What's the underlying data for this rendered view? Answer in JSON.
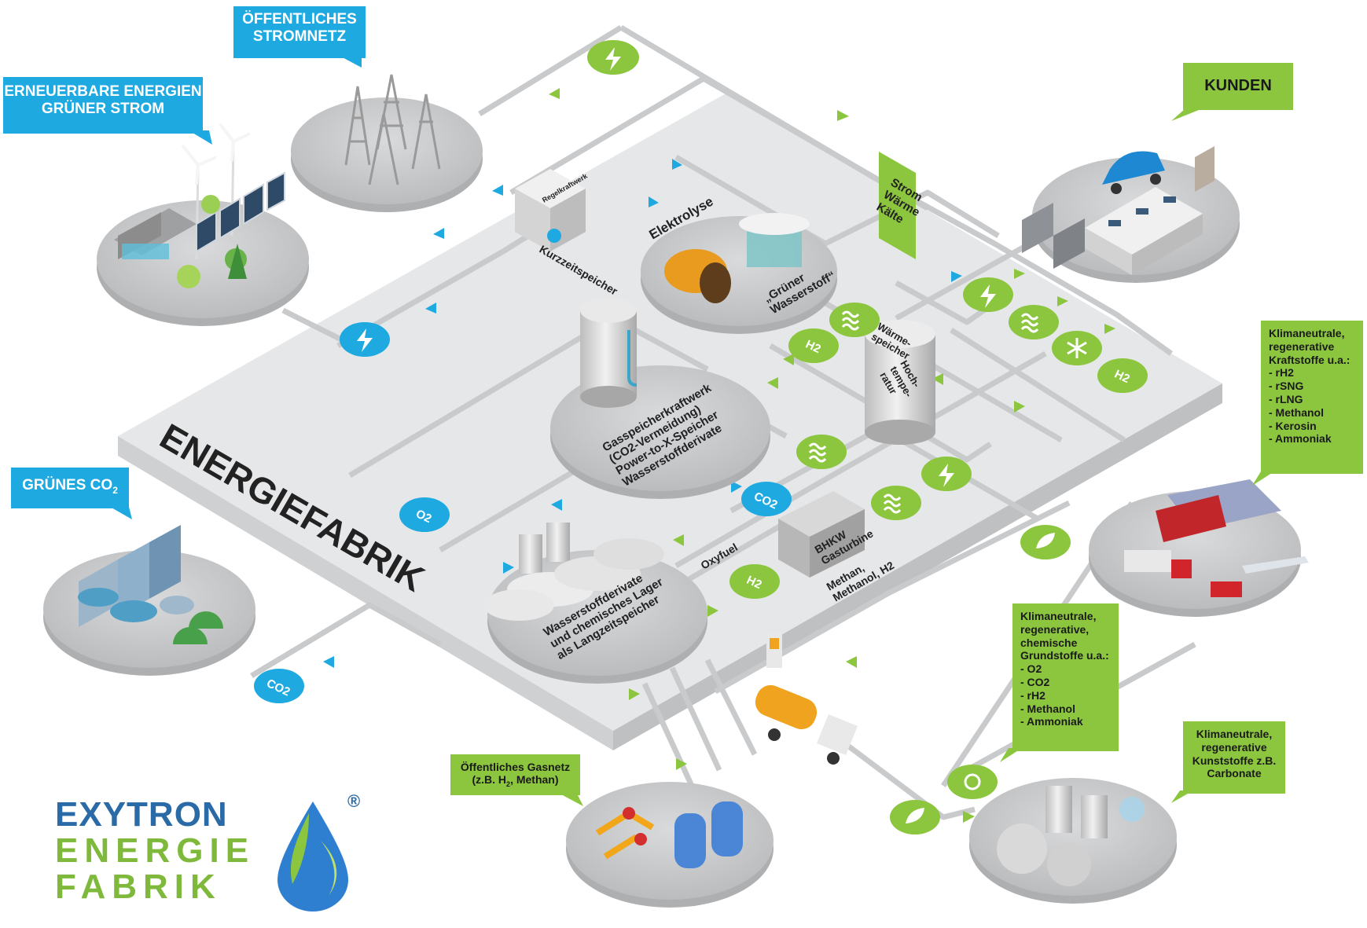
{
  "callouts": {
    "stromnetz": "ÖFFENTLICHES\nSTROMNETZ",
    "erneuerbare": "ERNEUERBARE ENERGIEN\nGRÜNER STROM",
    "co2": "GRÜNES CO",
    "co2_sub": "2",
    "kunden": "KUNDEN",
    "gasnetz": "Öffentliches Gasnetz\n(z.B. H",
    "gasnetz_sub": "2",
    "gasnetz_tail": ", Methan)"
  },
  "platform": {
    "title": "ENERGIEFABRIK",
    "strom_box": "Strom\nWärme\nKälte"
  },
  "labels": {
    "kurzzeitspeicher": "Kurzzeitspeicher",
    "regelkraftwerk": "Regelkraftwerk",
    "elektrolyse": "Elektrolyse",
    "gruener_wasserstoff": "„Grüner\nWasserstoff“",
    "gasspeicher": "Gasspeicherkraftwerk\n(CO2-Vermeidung)\nPower-to-X-Speicher\nWasserstoffderivate",
    "waermespeicher": "Wärme-\nspeicher",
    "hochtemperatur": "Hoch-\ntempe-\nratur",
    "wasserstoffderivate": "Wasserstoffderivate\nund chemisches Lager\nals Langzeitspeicher",
    "oxyfuel": "Oxyfuel",
    "bhkw": "BHKW\nGasturbine",
    "methan": "Methan,\nMethanol, H2"
  },
  "badges": {
    "o2": "O2",
    "co2": "CO2",
    "h2": "H2"
  },
  "kraftstoffe": {
    "title": "Klimaneutrale,\nregenerative\nKraftstoffe u.a.:",
    "items": [
      "- rH2",
      "- rSNG",
      "- rLNG",
      "- Methanol",
      "- Kerosin",
      "- Ammoniak"
    ]
  },
  "grundstoffe": {
    "title": "Klimaneutrale,\nregenerative,\nchemische\nGrundstoffe u.a.:",
    "items": [
      "- O2",
      "- CO2",
      "- rH2",
      "- Methanol",
      "- Ammoniak"
    ]
  },
  "kunststoffe": {
    "title": "Klimaneutrale,\nregenerative\nKunststoffe z.B.\nCarbonate"
  },
  "logo": {
    "line1": "EXYTRON",
    "line2": "ENERGIE",
    "line3": "FABRIK",
    "reg": "®"
  },
  "colors": {
    "blue": "#1fa9e1",
    "green": "#8cc63f",
    "platform": "#e4e5e7",
    "platform_edge": "#c9cacc",
    "disc": "#c4c5c7",
    "pipe": "#c8c9cb"
  }
}
